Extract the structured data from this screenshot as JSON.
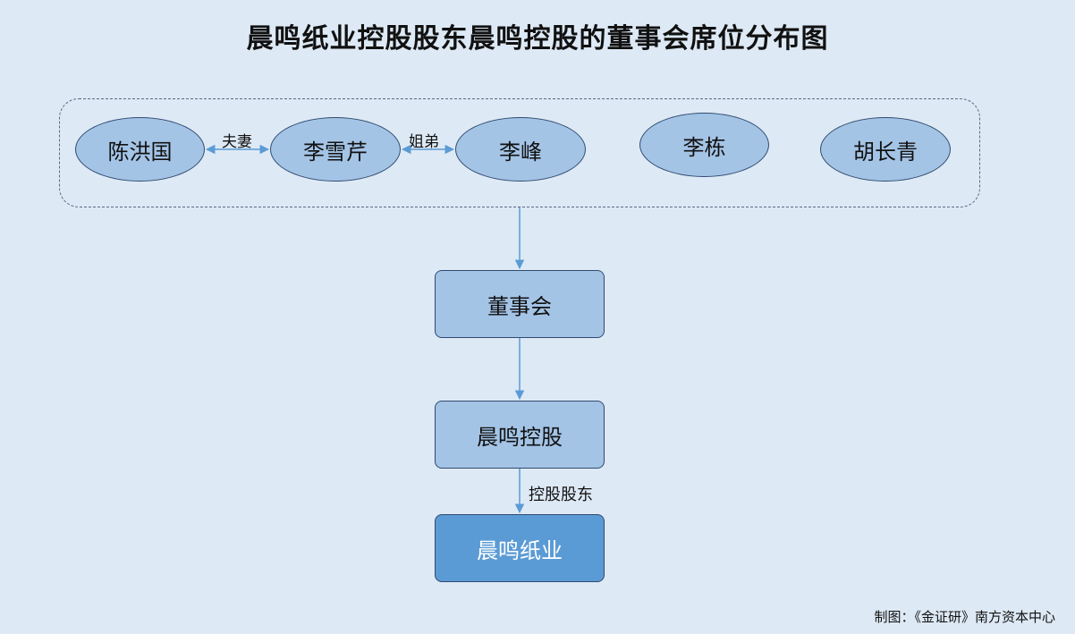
{
  "title": "晨鸣纸业控股股东晨鸣控股的董事会席位分布图",
  "people": [
    {
      "id": "chen-hongguo",
      "name": "陈洪国"
    },
    {
      "id": "li-xueqin",
      "name": "李雪芹"
    },
    {
      "id": "li-feng",
      "name": "李峰"
    },
    {
      "id": "li-dong",
      "name": "李栋"
    },
    {
      "id": "hu-changqing",
      "name": "胡长青"
    }
  ],
  "relations": [
    {
      "from": "陈洪国",
      "to": "李雪芹",
      "label": "夫妻"
    },
    {
      "from": "李雪芹",
      "to": "李峰",
      "label": "姐弟"
    }
  ],
  "nodes": {
    "board": "董事会",
    "holding": "晨鸣控股",
    "company": "晨鸣纸业"
  },
  "edge_label": "控股股东",
  "footer": "制图：《金证研》南方资本中心",
  "colors": {
    "background": "#dde9f5",
    "node_fill": "#a4c4e6",
    "node_fill_dark": "#5b9bd5",
    "arrow": "#5b9bd5"
  }
}
